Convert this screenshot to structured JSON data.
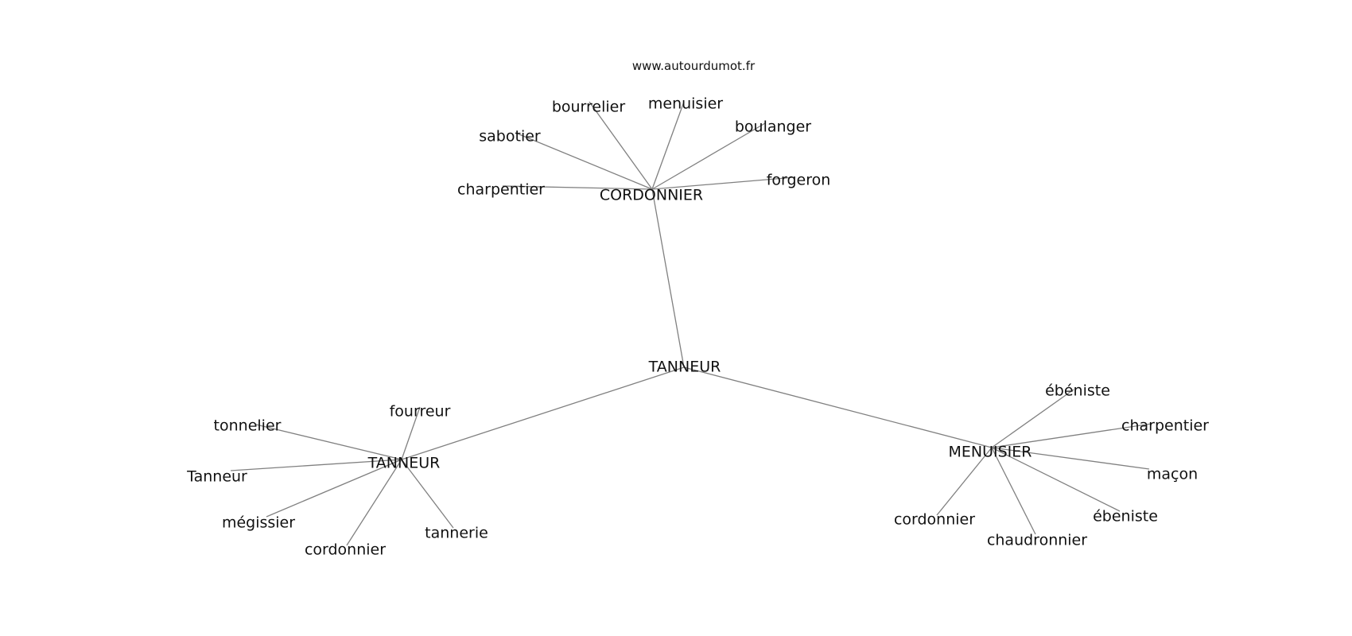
{
  "watermark": "www.autourdumot.fr",
  "nodes": [
    {
      "id": "root",
      "label": "TANNEUR"
    },
    {
      "id": "cordonnier_hub",
      "label": "CORDONNIER"
    },
    {
      "id": "tanneur_hub",
      "label": "TANNEUR"
    },
    {
      "id": "menuisier_hub",
      "label": "MENUISIER"
    },
    {
      "id": "c_bourrelier",
      "label": "bourrelier"
    },
    {
      "id": "c_menuisier",
      "label": "menuisier"
    },
    {
      "id": "c_sabotier",
      "label": "sabotier"
    },
    {
      "id": "c_boulanger",
      "label": "boulanger"
    },
    {
      "id": "c_charpentier",
      "label": "charpentier"
    },
    {
      "id": "c_forgeron",
      "label": "forgeron"
    },
    {
      "id": "t_fourreur",
      "label": "fourreur"
    },
    {
      "id": "t_tonnelier",
      "label": "tonnelier"
    },
    {
      "id": "t_Tanneur",
      "label": "Tanneur"
    },
    {
      "id": "t_megissier",
      "label": "mégissier"
    },
    {
      "id": "t_cordonnier",
      "label": "cordonnier"
    },
    {
      "id": "t_tannerie",
      "label": "tannerie"
    },
    {
      "id": "m_ebeniste1",
      "label": "ébéniste"
    },
    {
      "id": "m_charpentier",
      "label": "charpentier"
    },
    {
      "id": "m_macon",
      "label": "maçon"
    },
    {
      "id": "m_ebeniste2",
      "label": "ébeniste"
    },
    {
      "id": "m_cordonnier",
      "label": "cordonnier"
    },
    {
      "id": "m_chaudronnier",
      "label": "chaudronnier"
    }
  ],
  "edges": [
    [
      "root",
      "cordonnier_hub"
    ],
    [
      "root",
      "tanneur_hub"
    ],
    [
      "root",
      "menuisier_hub"
    ],
    [
      "cordonnier_hub",
      "c_bourrelier"
    ],
    [
      "cordonnier_hub",
      "c_menuisier"
    ],
    [
      "cordonnier_hub",
      "c_sabotier"
    ],
    [
      "cordonnier_hub",
      "c_boulanger"
    ],
    [
      "cordonnier_hub",
      "c_charpentier"
    ],
    [
      "cordonnier_hub",
      "c_forgeron"
    ],
    [
      "tanneur_hub",
      "t_fourreur"
    ],
    [
      "tanneur_hub",
      "t_tonnelier"
    ],
    [
      "tanneur_hub",
      "t_Tanneur"
    ],
    [
      "tanneur_hub",
      "t_megissier"
    ],
    [
      "tanneur_hub",
      "t_cordonnier"
    ],
    [
      "tanneur_hub",
      "t_tannerie"
    ],
    [
      "menuisier_hub",
      "m_ebeniste1"
    ],
    [
      "menuisier_hub",
      "m_charpentier"
    ],
    [
      "menuisier_hub",
      "m_macon"
    ],
    [
      "menuisier_hub",
      "m_ebeniste2"
    ],
    [
      "menuisier_hub",
      "m_cordonnier"
    ],
    [
      "menuisier_hub",
      "m_chaudronnier"
    ]
  ]
}
